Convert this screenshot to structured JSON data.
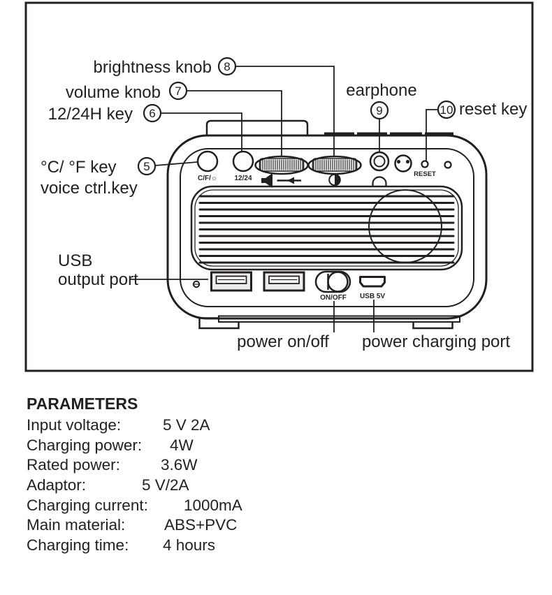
{
  "colors": {
    "ink": "#231f20",
    "background": "#ffffff"
  },
  "callouts": {
    "n5": "5",
    "n6": "6",
    "n7": "7",
    "n8": "8",
    "n9": "9",
    "n10": "10",
    "labels": {
      "brightness_knob": "brightness knob",
      "volume_knob": "volume knob",
      "h1224_key": "12/24H key",
      "cf_key": "°C/ °F key",
      "voice_ctrl_key": "voice ctrl.key",
      "earphone": "earphone",
      "reset_key": "reset key",
      "usb": "USB",
      "output_port": "output port",
      "power_onoff": "power on/off",
      "power_charging_port": "power charging port"
    }
  },
  "device": {
    "cf_button_label": "C/F/☼",
    "h1224_button_label": "12/24",
    "reset_label": "RESET",
    "onoff_label": "ON/OFF",
    "usb5v_label": "USB 5V"
  },
  "icons": {
    "volume_icon": "speaker-with-arrow-line",
    "brightness_icon": "half-filled-contrast-circle",
    "earphone_icon": "headphone-arc",
    "cf_sun_icon": "sun-glyph-in-C/F-label"
  },
  "parameters": {
    "title": "PARAMETERS",
    "rows": [
      {
        "label": "Input voltage:",
        "value": "5 V 2A"
      },
      {
        "label": "Charging power:",
        "value": "4W"
      },
      {
        "label": "Rated power:",
        "value": "3.6W"
      },
      {
        "label": "Adaptor:",
        "value": "5 V/2A"
      },
      {
        "label": "Charging current:",
        "value": "1000mA"
      },
      {
        "label": "Main material:",
        "value": "ABS+PVC"
      },
      {
        "label": "Charging time:",
        "value": "4 hours"
      }
    ]
  }
}
